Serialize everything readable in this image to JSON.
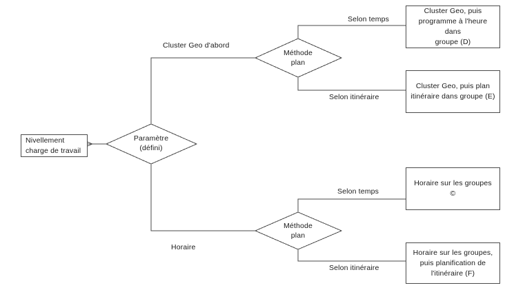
{
  "diagram": {
    "title": "Nivellement charge de travail decision flowchart",
    "stroke_color": "#4a4a4a",
    "text_color": "#1a1a1a",
    "background_color": "#ffffff"
  },
  "nodes": {
    "start": {
      "label": "Nivellement\ncharge de travail",
      "line1": "Nivellement",
      "line2": "charge de travail",
      "shape": "rectangle"
    },
    "parameter_decision": {
      "line1": "Paramètre",
      "line2": "(défini)",
      "shape": "diamond"
    },
    "method_decision_top": {
      "line1": "Méthode",
      "line2": "plan",
      "shape": "diamond"
    },
    "method_decision_bottom": {
      "line1": "Méthode",
      "line2": "plan",
      "shape": "diamond"
    },
    "outcome_d": {
      "line1": "Cluster Geo, puis",
      "line2": "programme à l'heure dans",
      "line3": "groupe (D)",
      "shape": "rectangle"
    },
    "outcome_e": {
      "line1": "Cluster Geo, puis plan",
      "line2": "itinéraire dans groupe (E)",
      "shape": "rectangle"
    },
    "outcome_c": {
      "line1": "Horaire sur les groupes ©",
      "shape": "rectangle"
    },
    "outcome_f": {
      "line1": "Horaire sur les groupes,",
      "line2": "puis planification de",
      "line3": "l'itinéraire (F)",
      "shape": "rectangle"
    }
  },
  "edge_labels": {
    "cluster_geo_first": "Cluster Geo d'abord",
    "horaire": "Horaire",
    "selon_temps_top": "Selon temps",
    "selon_itineraire_top": "Selon itinéraire",
    "selon_temps_bottom": "Selon temps",
    "selon_itineraire_bottom": "Selon itinéraire"
  }
}
